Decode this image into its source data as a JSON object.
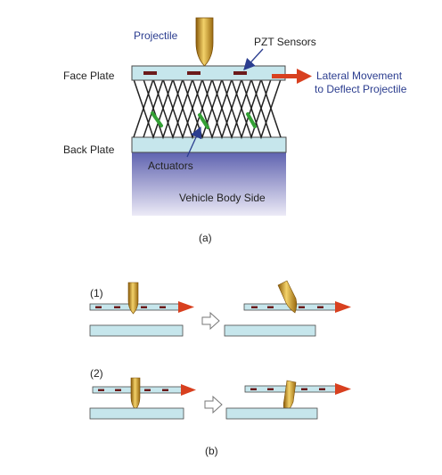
{
  "panel_a": {
    "projectile_label": "Projectile",
    "pzt_label": "PZT Sensors",
    "face_plate_label": "Face Plate",
    "back_plate_label": "Back Plate",
    "lateral_line1": "Lateral Movement",
    "lateral_line2": "to Deflect Projectile",
    "actuators_label": "Actuators",
    "vehicle_label": "Vehicle Body Side",
    "caption": "(a)"
  },
  "panel_b": {
    "step1_label": "(1)",
    "step2_label": "(2)",
    "caption": "(b)"
  },
  "colors": {
    "plate_fill": "#c6e6ec",
    "plate_stroke": "#4a4a4a",
    "sensor": "#6b1a1a",
    "arrow": "#d8401f",
    "actuator": "#33a035",
    "projectile_gold": "#d9a21c",
    "label_blue": "#2b3d8f",
    "body_top": "#5f63b0",
    "body_bottom": "#eaeaf6"
  }
}
